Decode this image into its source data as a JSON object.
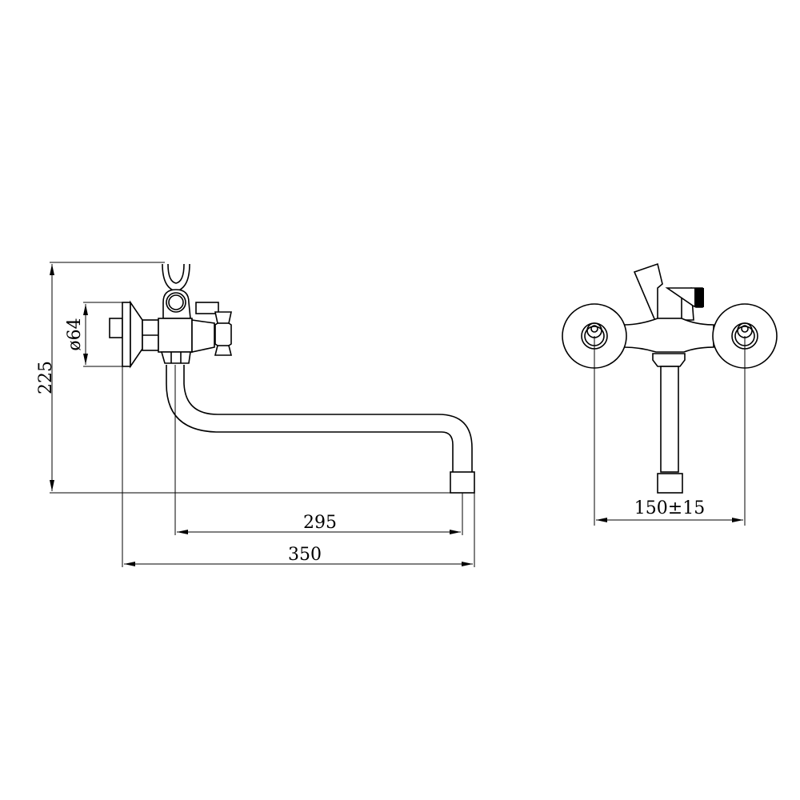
{
  "dimensions": {
    "height": "225",
    "flange_diameter": "ø64",
    "spout_reach": "295",
    "overall_length": "350",
    "inlet_spacing": "150±15"
  },
  "colors": {
    "line": "#000000",
    "background": "#ffffff"
  }
}
